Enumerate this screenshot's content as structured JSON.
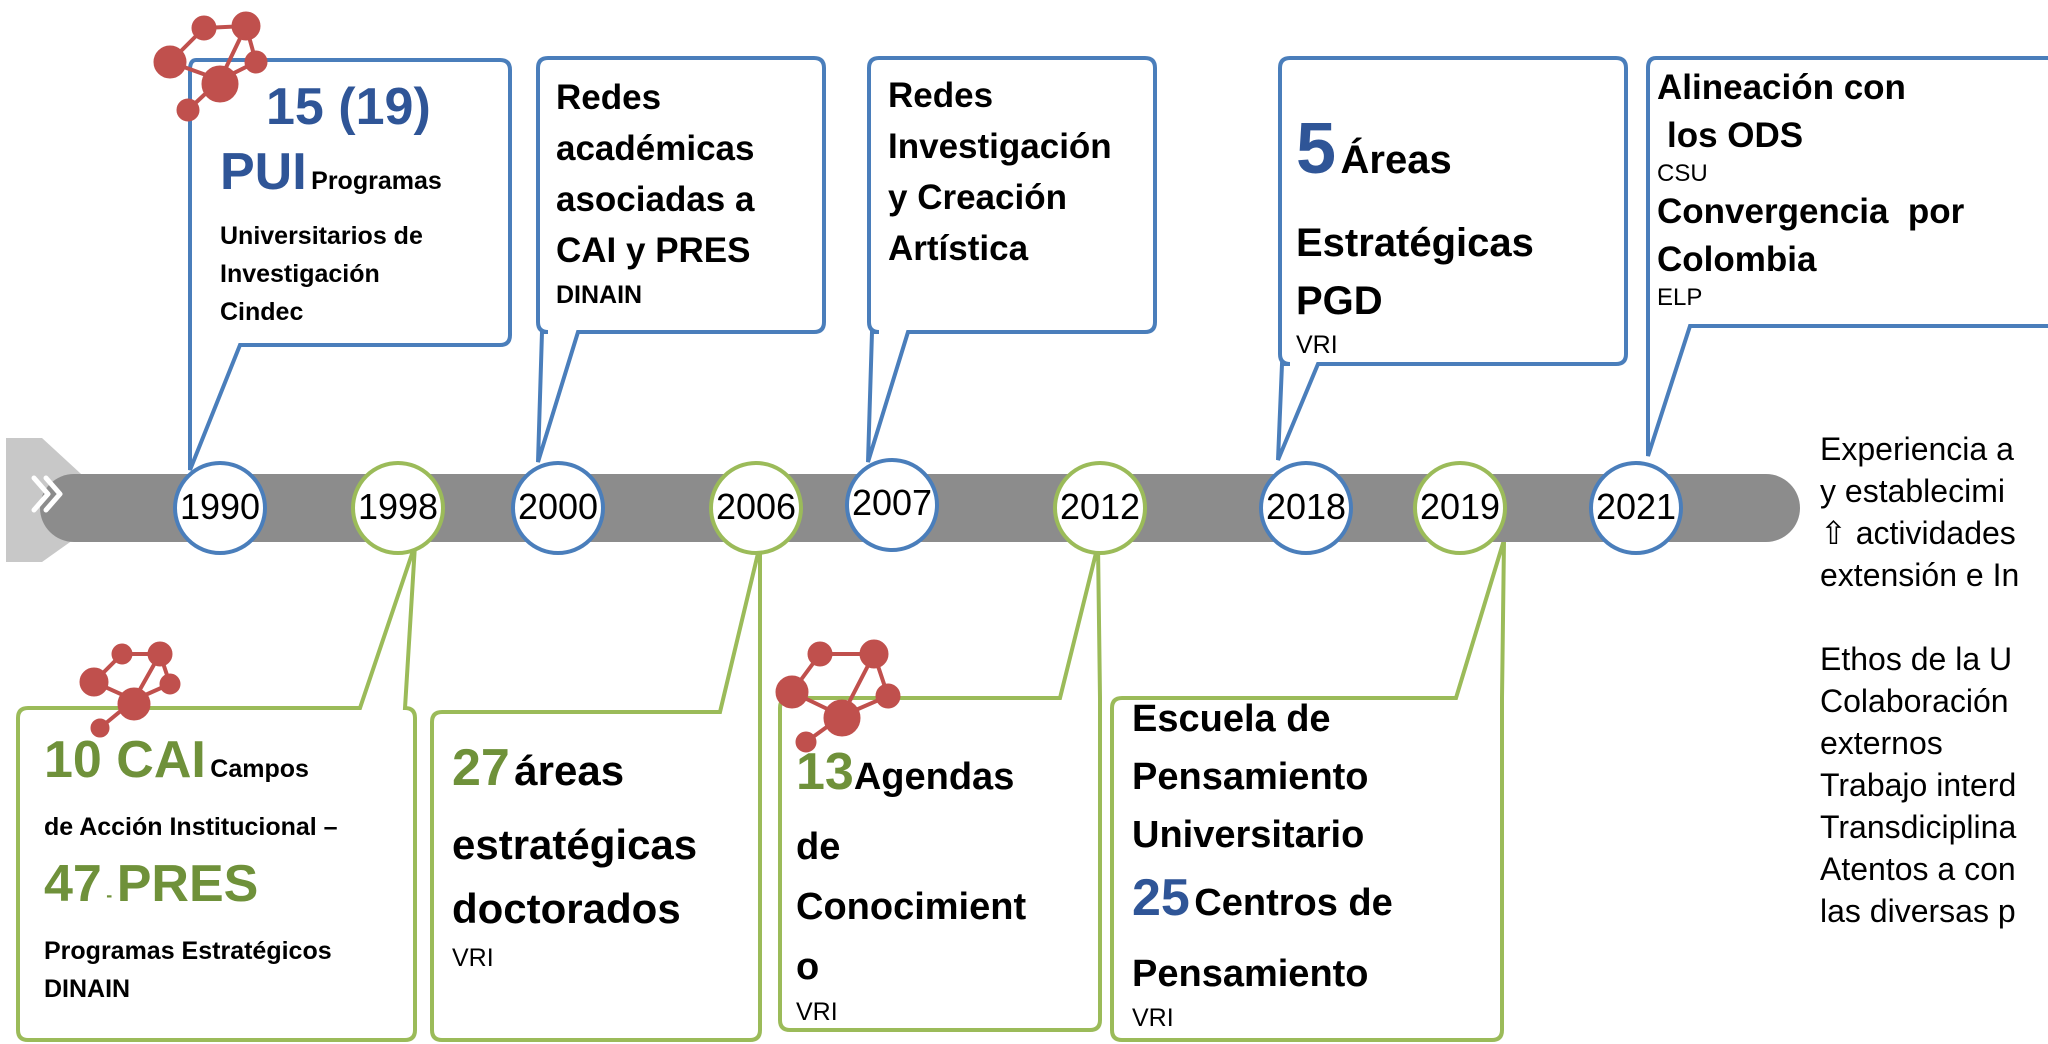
{
  "timeline": {
    "years": [
      "1990",
      "1998",
      "2000",
      "2006",
      "2007",
      "2012",
      "2018",
      "2019",
      "2021"
    ],
    "colors": {
      "blue": "#4A7EBB",
      "green": "#9BBB59",
      "bar": "#8C8C8C",
      "arrow_bg": "#C8C8C8",
      "network_icon": "#C0504D",
      "blue_text": "#2F5597",
      "green_text": "#6F913A"
    }
  },
  "callouts": {
    "c1990": {
      "number": "15 (19)",
      "pui": "PUI",
      "pui_suffix": "Programas",
      "desc1": "Universitarios de",
      "desc2": "Investigación",
      "desc3": "Cindec"
    },
    "c2000": {
      "line1": "Redes",
      "line2": "académicas",
      "line3": "asociadas a",
      "line4": "CAI y PRES",
      "org": "DINAIN"
    },
    "c2007": {
      "line1": "Redes",
      "line2": "Investigación",
      "line3": "y Creación",
      "line4": "Artística"
    },
    "c2018": {
      "number": "5",
      "word1": "Áreas",
      "line2": "Estratégicas",
      "line3": "PGD",
      "org": "VRI"
    },
    "c2021": {
      "line1": "Alineación con",
      "line2": "los ODS",
      "org1": "CSU",
      "line3": "Convergencia  por",
      "line4": "Colombia",
      "org2": "ELP"
    },
    "c1998": {
      "number1": "10 CAI",
      "suffix1": "Campos",
      "line2": "de Acción Institucional –",
      "number2": "47",
      "dash": "-",
      "pres": "PRES",
      "line4": "Programas Estratégicos",
      "org": "DINAIN"
    },
    "c2006": {
      "number": "27",
      "word1": "áreas",
      "line2": "estratégicas",
      "line3": "doctorados",
      "org": "VRI"
    },
    "c2012": {
      "number": "13",
      "word1": "Agendas",
      "line2": "de",
      "line3": "Conocimient",
      "line4": "o",
      "org": "VRI"
    },
    "c2019": {
      "line1": "Escuela de",
      "line2": "Pensamiento",
      "line3": "Universitario",
      "number": "25",
      "word1": "Centros de",
      "line5": "Pensamiento",
      "org": "VRI"
    }
  },
  "side_text": {
    "lines": [
      "Experiencia a",
      "y establecimi",
      "⇧ actividades",
      "extensión e In",
      "",
      "Ethos de la U",
      "Colaboración",
      "externos",
      "Trabajo interd",
      "Transdiciplina",
      "Atentos a con",
      "las diversas p"
    ]
  }
}
